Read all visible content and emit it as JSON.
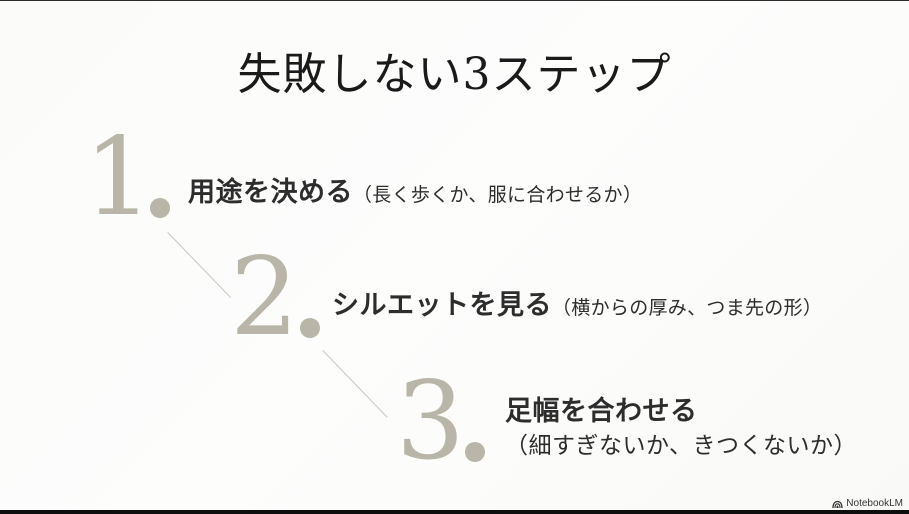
{
  "slide": {
    "title": "失敗しない3ステップ",
    "steps": [
      {
        "number": "1",
        "dot": ".",
        "label": "用途を決める",
        "note": "（長く歩くか、服に合わせるか）"
      },
      {
        "number": "2",
        "dot": ".",
        "label": "シルエットを見る",
        "note": "（横からの厚み、つま先の形）"
      },
      {
        "number": "3",
        "dot": ".",
        "label": "足幅を合わせる",
        "note": "（細すぎないか、きつくないか）"
      }
    ],
    "colors": {
      "numeral": "#b9b5a9",
      "title": "#1a1a1a",
      "text": "#2d2d2d",
      "connector": "#c8c6c0",
      "background": "#fcfcfb"
    }
  },
  "watermark": {
    "icon": "notebooklm-logo-icon",
    "label": "NotebookLM"
  }
}
